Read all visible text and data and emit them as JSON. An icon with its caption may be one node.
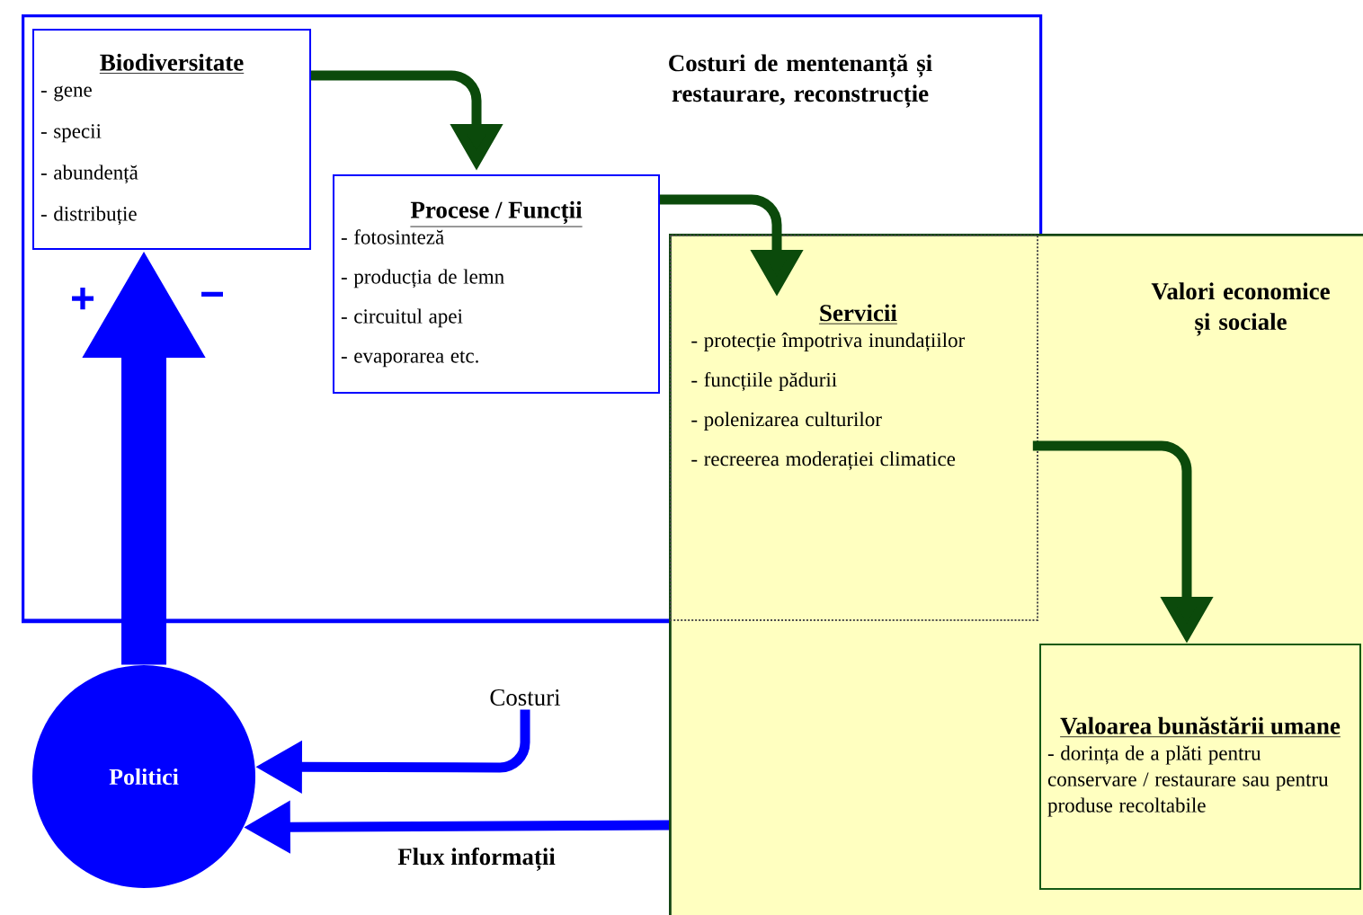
{
  "diagram": {
    "nodes": [
      {
        "text": [
          "Costuri de mentenanță și restaurare, reconstrucție"
        ]
      },
      {
        "text": [
          "Valori economice și sociale"
        ]
      },
      {
        "text": [
          "Biodiversitate",
          "- gene",
          "- specii",
          "- abundență",
          "- distribuție"
        ],
        "in": 0
      },
      {
        "text": [
          "Procese / Funcții",
          "- fotosinteză",
          "- producția de lemn",
          "- circuitul apei",
          "- evaporarea etc."
        ],
        "in": 0
      },
      {
        "text": [
          "Servicii",
          "- protecție împotriva inundațiilor",
          "- funcțiile pădurii",
          "- polenizarea culturilor",
          "- recreerea moderației climatice"
        ]
      },
      {
        "text": [
          "Valoarea bunăstării umane",
          "- dorința de a plăti pentru conservare / restaurare sau pentru produse recoltabile"
        ],
        "in": 1
      },
      {
        "text": [
          "Politici"
        ]
      },
      {
        "text": [
          "Costuri"
        ]
      }
    ],
    "edges": [
      {
        "from": 2,
        "to": 3,
        "arrow": "to",
        "color": "#0b4a0b"
      },
      {
        "from": 3,
        "to": 4,
        "arrow": "to",
        "color": "#0b4a0b"
      },
      {
        "from": 4,
        "to": 5,
        "arrow": "to",
        "color": "#0b4a0b"
      },
      {
        "from": 6,
        "to": 2,
        "arrow": "to",
        "style": "thick",
        "color": "#0000ff"
      },
      {
        "from": 7,
        "to": 6,
        "arrow": "to",
        "color": "#0000ff"
      },
      {
        "from": 1,
        "to": 6,
        "arrow": "to",
        "label": "Flux informații",
        "color": "#0000ff"
      }
    ],
    "labels": [
      "+",
      "−"
    ]
  }
}
